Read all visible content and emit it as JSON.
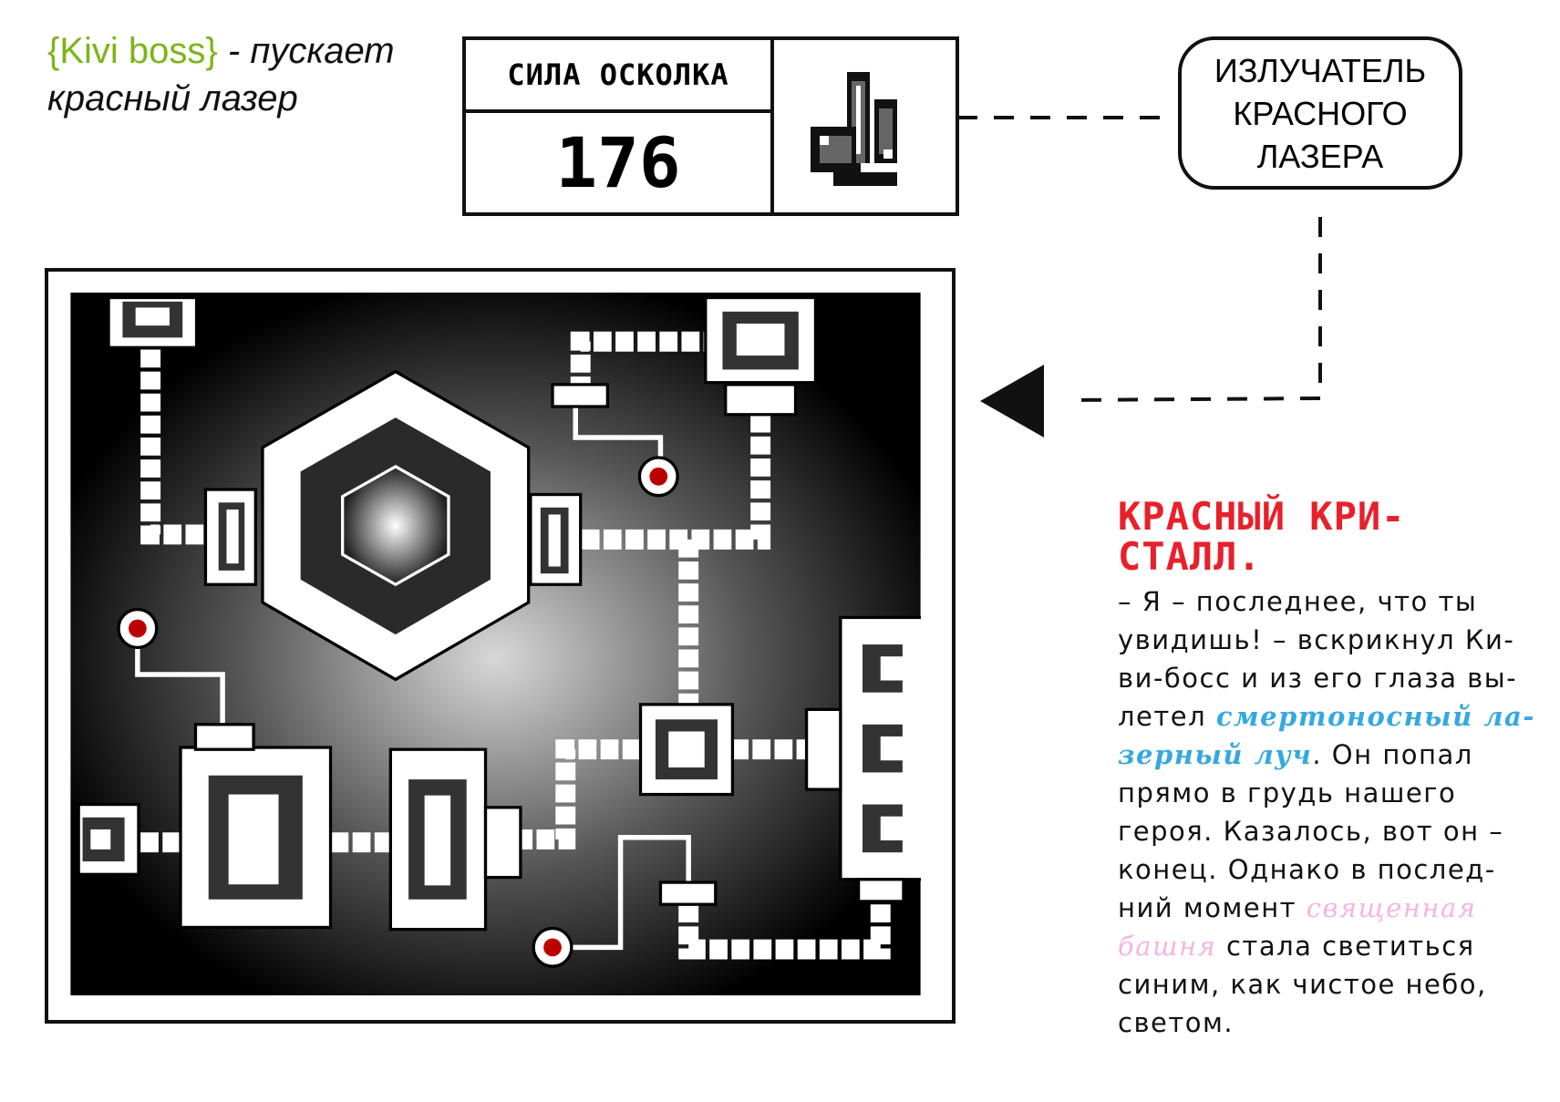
{
  "caption": {
    "boss": "{Kivi boss}",
    "action": " - пускает красный лазер"
  },
  "stat": {
    "label": "СИЛА ОСКОЛКА",
    "value": "176",
    "icon": "crystal-icon"
  },
  "emitter": {
    "line1": "ИЗЛУЧАТЕЛЬ",
    "line2": "КРАСНОГО",
    "line3": "ЛАЗЕРА"
  },
  "story": {
    "title": "КРАСНЫЙ КРИ-СТАЛЛ.",
    "p1": "– Я – последнее, что ты увидишь! – вскрикнул Ки-ви-босс и из его глаза вы-летел ",
    "blue": "смертоносный ла-зерный луч",
    "p2": ". Он попал прямо в грудь нашего героя. Казалось, вот он – конец. Однако в послед-ний момент ",
    "pink": "священная башня",
    "p3": " стала светиться синим, как чистое небо, светом."
  },
  "colors": {
    "title": "#e8202a",
    "boss": "#7cb518",
    "laser": "#35a8e0",
    "tower": "#f6b3e6"
  }
}
